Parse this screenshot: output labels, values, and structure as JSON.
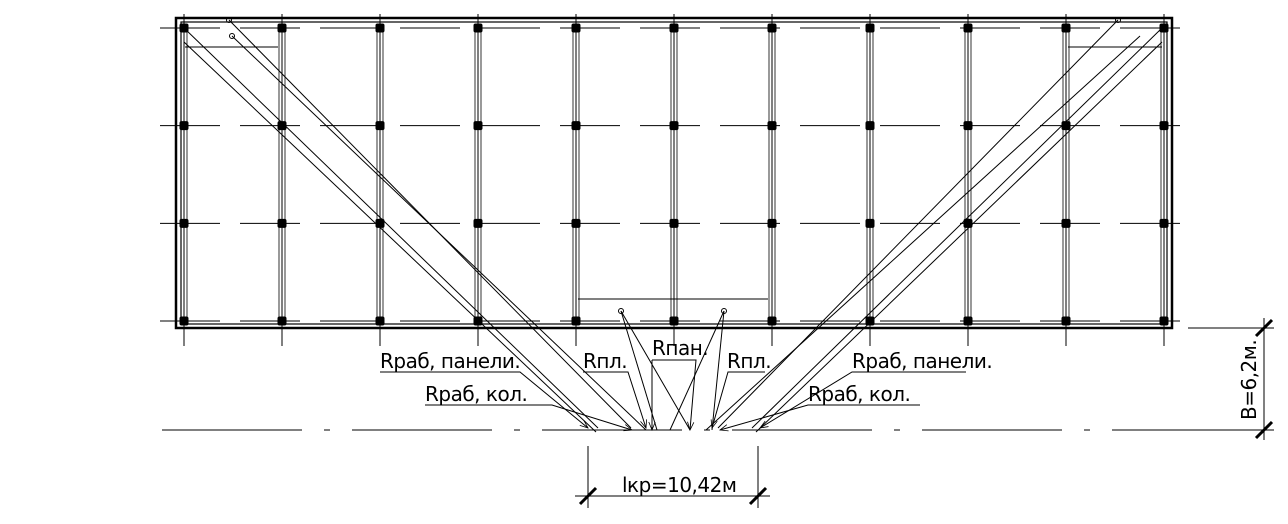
{
  "labels": {
    "r_rab_panel_left": "Rраб, панели.",
    "r_rab_kol_left": "Rраб, кол.",
    "r_pl_left": "Rпл.",
    "r_pan": "Rпан.",
    "r_pl_right": "Rпл.",
    "r_rab_panel_right": "Rраб, панели.",
    "r_rab_kol_right": "Rраб, кол.",
    "l_kr": "lкр=10,42м",
    "b_dim": "B=6,2м."
  },
  "grid": {
    "column_axes": 11,
    "row_axes": 4
  }
}
